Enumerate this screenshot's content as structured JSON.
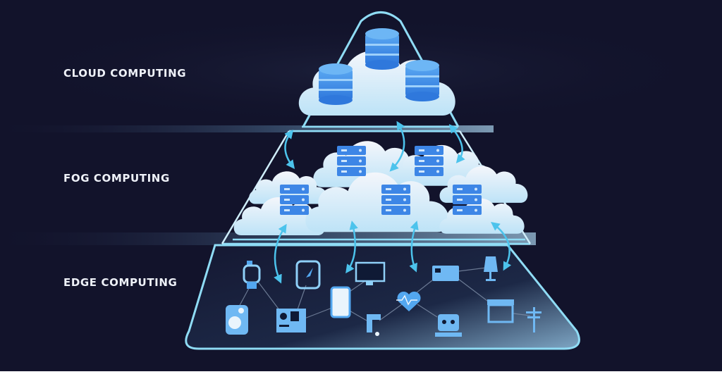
{
  "layers": [
    {
      "label": "CLOUD COMPUTING",
      "node_type": "database",
      "node_count": 3
    },
    {
      "label": "FOG COMPUTING",
      "node_type": "server-rack",
      "node_count": 5
    },
    {
      "label": "EDGE COMPUTING",
      "node_type": "iot-device",
      "node_count": 14
    }
  ],
  "edge_devices": [
    {
      "icon": "smartwatch-icon"
    },
    {
      "icon": "speaker-icon"
    },
    {
      "icon": "tablet-navigation-icon"
    },
    {
      "icon": "circuit-board-icon"
    },
    {
      "icon": "smartphone-icon"
    },
    {
      "icon": "monitor-icon"
    },
    {
      "icon": "water-faucet-icon"
    },
    {
      "icon": "heart-rate-icon"
    },
    {
      "icon": "credit-card-icon"
    },
    {
      "icon": "robot-icon"
    },
    {
      "icon": "lamp-icon"
    },
    {
      "icon": "storefront-icon"
    },
    {
      "icon": "power-pole-icon"
    }
  ],
  "colors": {
    "background": "#12132b",
    "outline": "#7fd6f2",
    "arrow": "#4cc3ec",
    "node_blue": "#3d86e6",
    "cloud": "#eef5fc",
    "label": "#eef1f8"
  }
}
